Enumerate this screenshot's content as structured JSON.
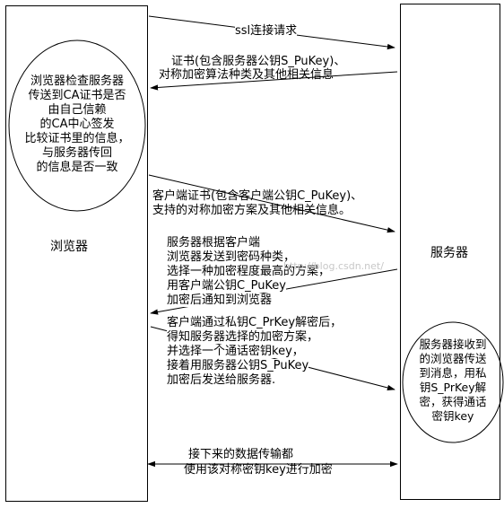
{
  "browser": {
    "label": "浏览器"
  },
  "server": {
    "label": "服务器"
  },
  "messages": {
    "ssl_request": "ssl连接请求",
    "cert_line1": "证书(包含服务器公钥S_PuKey)、",
    "cert_line2": "对称加密算法种类及其他相关信息",
    "client_cert_line1": "客户端证书(包含客户端公钥C_PuKey)、",
    "client_cert_line2": "支持的对称加密方案及其他相关信息。",
    "server_choose": [
      "服务器根据客户端",
      "浏览器发送到密码种类，",
      "选择一种加密程度最高的方案，",
      "用客户端公钥C_PuKey",
      "加密后通知到浏览器"
    ],
    "client_session": [
      "客户端通过私钥C_PrKey解密后，",
      "得知服务器选择的加密方案，",
      "并选择一个通话密钥key，",
      "接着用服务器公钥S_PuKey",
      "加密后发送给服务器."
    ],
    "final": [
      "接下来的数据传输都",
      "使用该对称密钥key进行加密"
    ]
  },
  "notes": {
    "browser_check": [
      "浏览器检查服务器",
      "传送到CA证书是否",
      "由自己信赖",
      "的CA中心签发",
      "比较证书里的信息，",
      "与服务器传回",
      "的信息是否一致"
    ],
    "server_receive": [
      "服务器接收到",
      "的浏览器传送",
      "到消息，用私",
      "钥S_PrKey解",
      "密，获得通话",
      "密钥key"
    ]
  },
  "watermark": "http://blog.csdn.net/"
}
